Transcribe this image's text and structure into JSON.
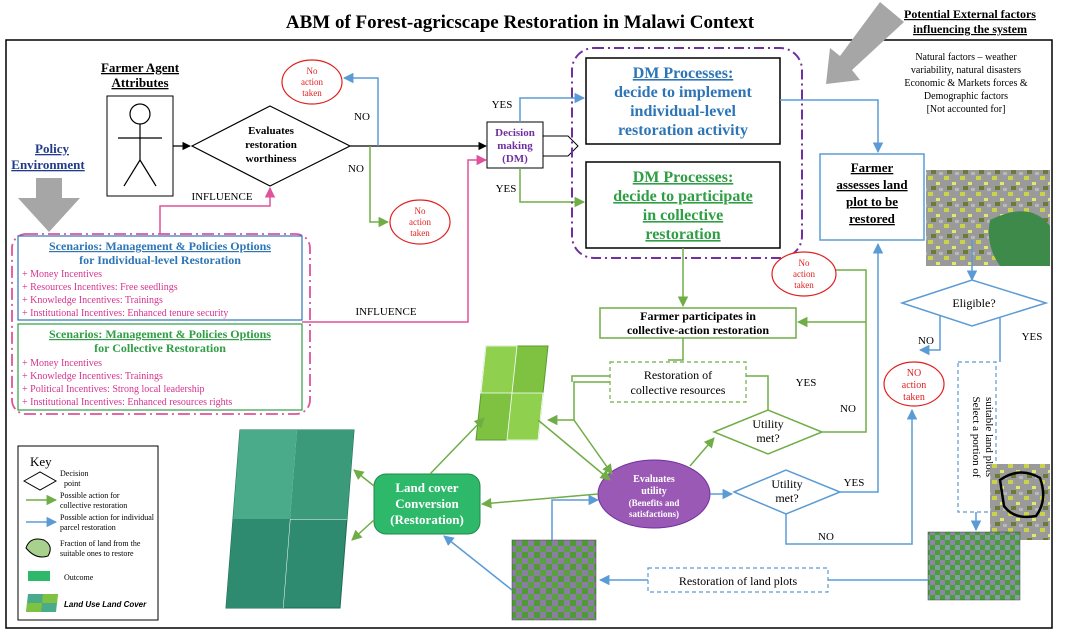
{
  "title": "ABM of Forest-agricscape Restoration in Malawi Context",
  "external": {
    "title_line1": "Potential External factors",
    "title_line2": "influencing the system",
    "text": [
      "Natural factors – weather",
      "variability, natural disasters",
      "Economic & Markets forces &",
      "Demographic factors",
      "[Not accounted for]"
    ]
  },
  "farmer_agent": {
    "line1": "Farmer Agent",
    "line2": "Attributes"
  },
  "policy_env": {
    "line1": "Policy",
    "line2": "Environment"
  },
  "evaluates_restoration": {
    "line1": "Evaluates",
    "line2": "restoration",
    "line3": "worthiness"
  },
  "decision_making": {
    "line1": "Decision",
    "line2": "making",
    "line3": "(DM)"
  },
  "dm_individual": {
    "title": "DM Processes:",
    "line1": "decide to implement",
    "line2": "individual-level",
    "line3": "restoration activity"
  },
  "dm_collective": {
    "title": "DM Processes:",
    "line1": "decide to participate",
    "line2": "in collective",
    "line3": "restoration"
  },
  "no_action": {
    "line1": "No",
    "line2": "action",
    "line3": "taken"
  },
  "no_action_big": {
    "line1": "NO",
    "line2": "action",
    "line3": "taken"
  },
  "labels": {
    "yes": "YES",
    "no": "NO",
    "influence": "INFLUENCE"
  },
  "scenarios_individual": {
    "title1": "Scenarios: Management & Policies Options",
    "title2": "for Individual-level Restoration",
    "items": [
      "+ Money Incentives",
      "+ Resources Incentives: Free seedlings",
      "+ Knowledge Incentives: Trainings",
      "+ Institutional Incentives: Enhanced tenure security"
    ]
  },
  "scenarios_collective": {
    "title1": "Scenarios: Management & Policies Options",
    "title2": "for Collective Restoration",
    "items": [
      "+ Money Incentives",
      "+ Knowledge Incentives: Trainings",
      "+ Political Incentives: Strong local leadership",
      "+ Institutional Incentives: Enhanced resources rights"
    ]
  },
  "farmer_assesses": {
    "line1": "Farmer",
    "line2": "assesses land",
    "line3": "plot to be",
    "line4": "restored"
  },
  "eligible": "Eligible?",
  "select_portion": {
    "line1": "Select a portion of",
    "line2": "suitable land plots"
  },
  "farmer_participates": {
    "line1": "Farmer participates in",
    "line2": "collective-action restoration"
  },
  "restoration_collective": {
    "line1": "Restoration of",
    "line2": "collective resources"
  },
  "utility_met": {
    "line1": "Utility",
    "line2": "met?"
  },
  "evaluates_utility": {
    "line1": "Evaluates",
    "line2": "utility",
    "line3": "(Benefits and",
    "line4": "satisfactions)"
  },
  "land_cover": {
    "line1": "Land cover",
    "line2": "Conversion",
    "line3": "(Restoration)"
  },
  "restoration_plots": "Restoration of land plots",
  "key": {
    "title": "Key",
    "decision": {
      "line1": "Decision",
      "line2": "point"
    },
    "collective": {
      "line1": "Possible action for",
      "line2": "collective restoration"
    },
    "individual": {
      "line1": "Possible action for individual",
      "line2": "parcel restoration"
    },
    "fraction": {
      "line1": "Fraction of land from  the",
      "line2": "suitable ones to restore"
    },
    "outcome": "Outcome",
    "lulc": "Land Use Land Cover"
  },
  "colors": {
    "blue": "#5b9bd5",
    "green": "#70ad47",
    "pink": "#e0529c",
    "purple": "#7030a0",
    "red": "#e02020",
    "teal": "#2a8f6e",
    "lightgreen": "#7fc241",
    "black": "#000000"
  }
}
